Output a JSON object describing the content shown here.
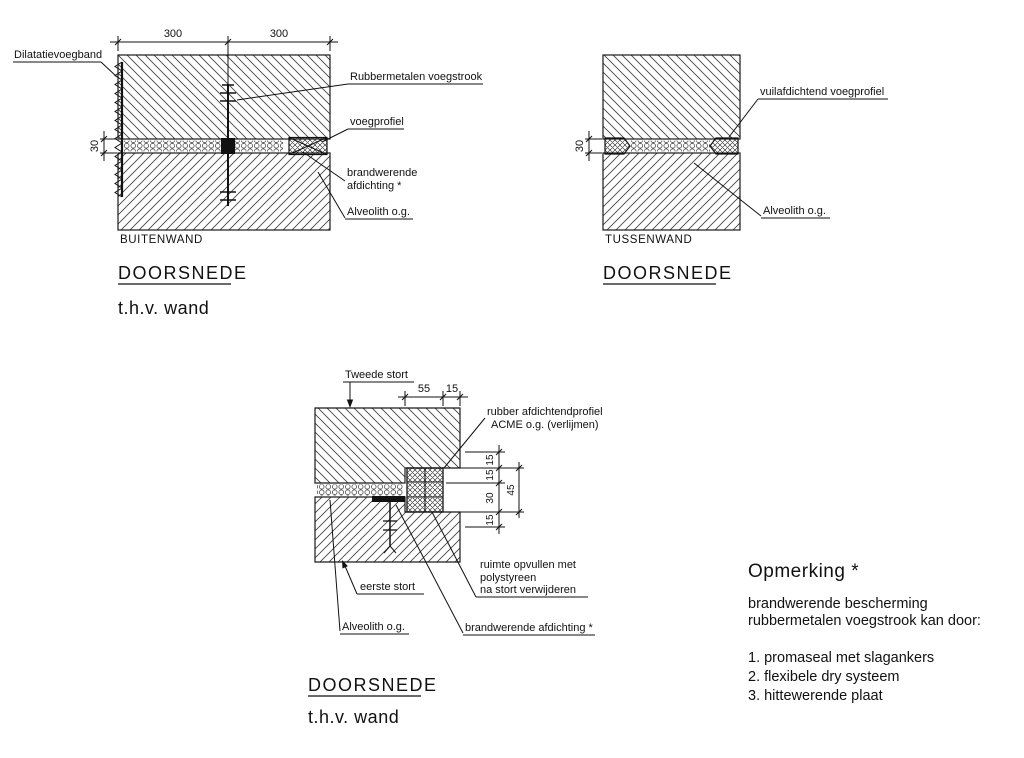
{
  "d1": {
    "title": "DOORSNEDE",
    "subtitle": "t.h.v. wand",
    "wall_caption": "BUITENWAND",
    "dim_300a": "300",
    "dim_300b": "300",
    "dim_30": "30",
    "lbl_dilatatievoegband": "Dilatatievoegband",
    "lbl_rubbermetalen": "Rubbermetalen voegstrook",
    "lbl_voegprofiel": "voegprofiel",
    "lbl_brandwerende_1": "brandwerende",
    "lbl_brandwerende_2": "afdichting *",
    "lbl_alveolith": "Alveolith o.g."
  },
  "d2": {
    "title": "DOORSNEDE",
    "wall_caption": "TUSSENWAND",
    "dim_30": "30",
    "lbl_vuilafdichtend": "vuilafdichtend voegprofiel",
    "lbl_alveolith": "Alveolith o.g."
  },
  "d3": {
    "title": "DOORSNEDE",
    "subtitle": "t.h.v. wand",
    "lbl_tweede_stort": "Tweede stort",
    "dim_55": "55",
    "dim_15_top": "15",
    "dim_15_a": "15",
    "dim_15_b": "15",
    "dim_30": "30",
    "dim_45": "45",
    "dim_15_c": "15",
    "lbl_rubber_1": "rubber afdichtendprofiel",
    "lbl_rubber_2": "ACME o.g. (verlijmen)",
    "lbl_ruimte_1": "ruimte opvullen met",
    "lbl_ruimte_2": "polystyreen",
    "lbl_ruimte_3": "na stort verwijderen",
    "lbl_eerste_stort": "eerste stort",
    "lbl_alveolith": "Alveolith o.g.",
    "lbl_brandwerende": "brandwerende afdichting *"
  },
  "note": {
    "title": "Opmerking *",
    "line1": "brandwerende bescherming",
    "line2": "rubbermetalen voegstrook kan door:",
    "item1": "1. promaseal met slagankers",
    "item2": "2. flexibele dry systeem",
    "item3": "3. hittewerende plaat"
  }
}
